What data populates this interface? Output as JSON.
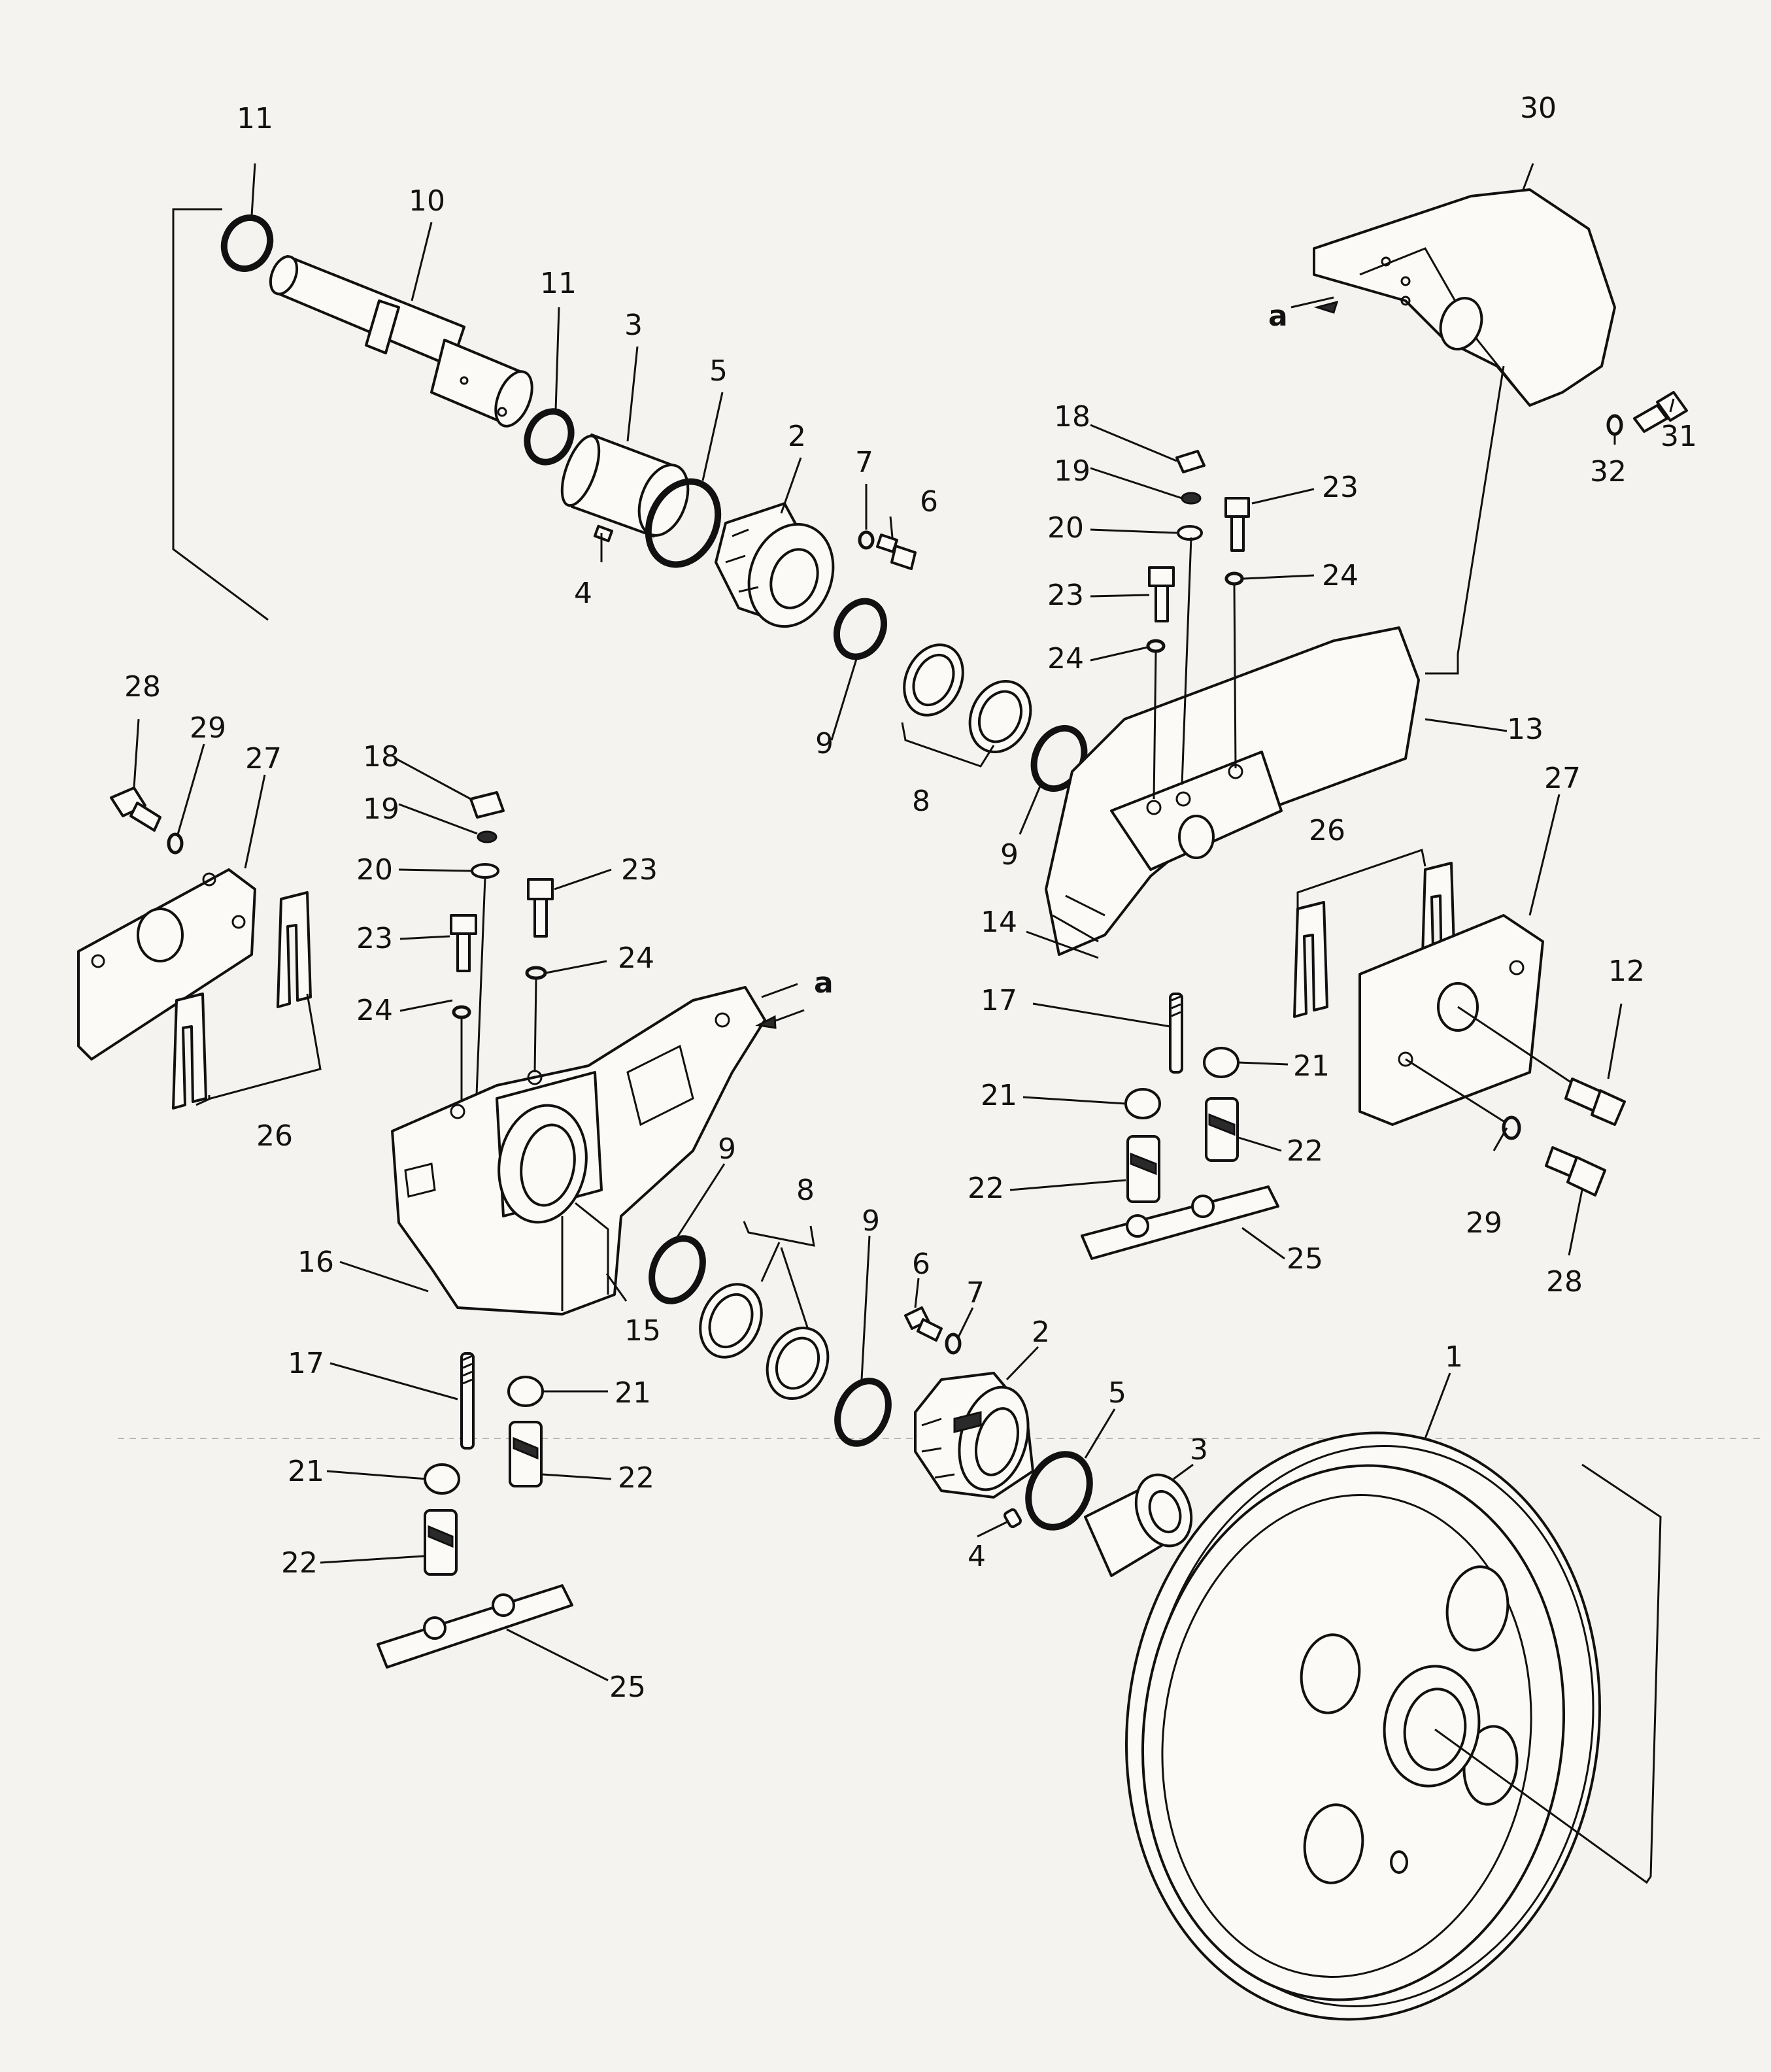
{
  "diagram": {
    "callouts": {
      "n1": "1",
      "n2": "2",
      "n3": "3",
      "n4": "4",
      "n5": "5",
      "n6": "6",
      "n7": "7",
      "n8": "8",
      "n9": "9",
      "n10": "10",
      "n11": "11",
      "n12": "12",
      "n13": "13",
      "n14": "14",
      "n15": "15",
      "n16": "16",
      "n17": "17",
      "n18": "18",
      "n19": "19",
      "n20": "20",
      "n21": "21",
      "n22": "22",
      "n23": "23",
      "n24": "24",
      "n25": "25",
      "n26": "26",
      "n27": "27",
      "n28": "28",
      "n29": "29",
      "n30": "30",
      "n31": "31",
      "n32": "32"
    },
    "view_marker": "a"
  }
}
